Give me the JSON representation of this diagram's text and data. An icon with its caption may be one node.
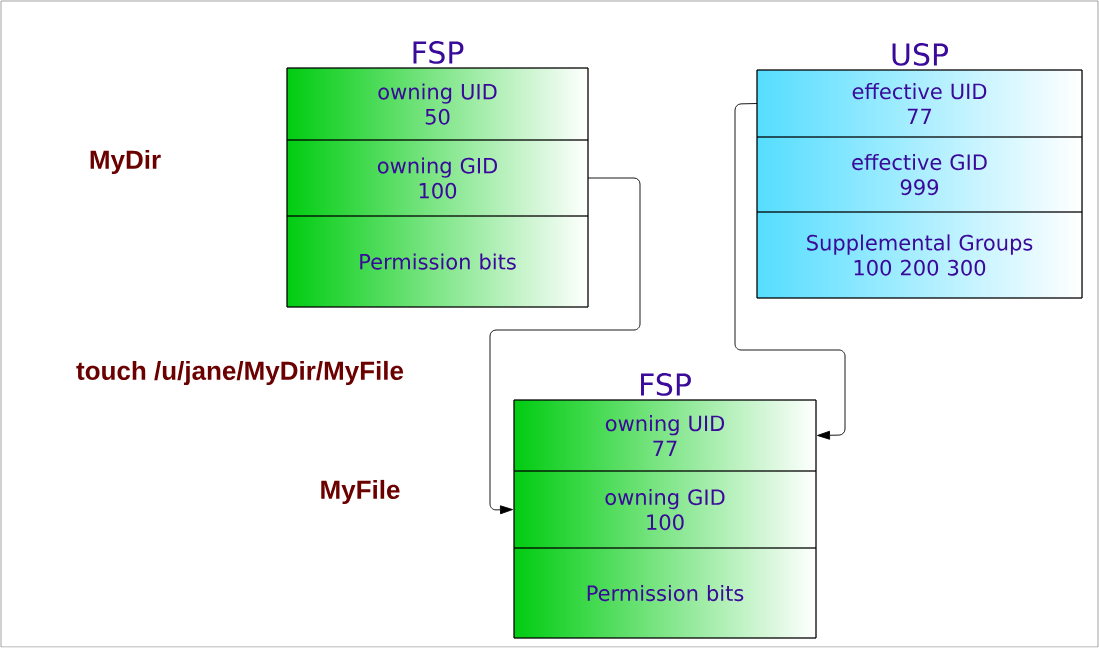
{
  "diagram": {
    "nodes": [
      {
        "text": [
          "FSP"
        ]
      },
      {
        "text": [
          "owning UID",
          "50"
        ],
        "in": 0
      },
      {
        "text": [
          "owning GID",
          "100"
        ],
        "in": 0
      },
      {
        "text": [
          "Permission bits"
        ],
        "in": 0
      },
      {
        "text": [
          "USP"
        ]
      },
      {
        "text": [
          "effective UID",
          "77"
        ],
        "in": 4
      },
      {
        "text": [
          "effective GID",
          "999"
        ],
        "in": 4
      },
      {
        "text": [
          "Supplemental Groups",
          "100  200  300"
        ],
        "in": 4
      },
      {
        "text": [
          "FSP"
        ]
      },
      {
        "text": [
          "owning UID",
          "77"
        ],
        "in": 8
      },
      {
        "text": [
          "owning GID",
          "100"
        ],
        "in": 8
      },
      {
        "text": [
          "Permission bits"
        ],
        "in": 8
      }
    ],
    "edges": [
      {
        "from": 2,
        "to": 10,
        "arrow": "to"
      },
      {
        "from": 5,
        "to": 9,
        "arrow": "to"
      }
    ],
    "labels": [
      "MyDir",
      "touch /u/jane/MyDir/MyFile",
      "MyFile"
    ]
  }
}
